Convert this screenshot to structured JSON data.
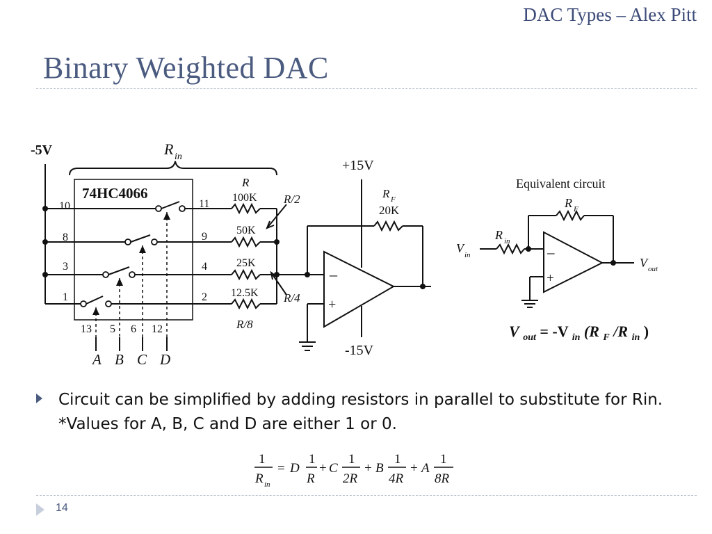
{
  "header": {
    "presentation": "DAC Types – Alex Pitt"
  },
  "slide": {
    "title": "Binary Weighted DAC",
    "number": "14"
  },
  "circuit": {
    "supply_neg5": "-5V",
    "rin_label": "R",
    "rin_sub": "in",
    "chip": "74HC4066",
    "pins_left": [
      "10",
      "8",
      "3",
      "1"
    ],
    "pins_right": [
      "11",
      "9",
      "4",
      "2"
    ],
    "pins_bottom": [
      "13",
      "5",
      "6",
      "12"
    ],
    "inputs": [
      "A",
      "B",
      "C",
      "D"
    ],
    "res_r": "R",
    "res_values": [
      "100K",
      "50K",
      "25K",
      "12.5K"
    ],
    "res_r2": "R/2",
    "res_r4": "R/4",
    "res_r8": "R/8",
    "supply_pos15": "+15V",
    "supply_neg15": "-15V",
    "rf_label": "R",
    "rf_sub": "F",
    "rf_value": "20K",
    "opamp_minus": "–",
    "opamp_plus": "+"
  },
  "equivalent": {
    "title": "Equivalent circuit",
    "rf_label": "R",
    "rf_sub": "F",
    "rin_label": "R",
    "rin_sub": "in",
    "vin_label": "V",
    "vin_sub": "in",
    "vout_label": "V",
    "vout_sub": "out",
    "minus": "–",
    "plus": "+",
    "formula": {
      "v": "V",
      "out": "out",
      "eq": "= -V",
      "in": "in",
      "open": "(R",
      "f": "F",
      "slash": "/R",
      "in2": "in",
      "close": ")"
    }
  },
  "bullet": {
    "text": "Circuit can be simplified by adding resistors in parallel to substitute for Rin.  *Values for A, B, C and D are either 1 or 0."
  },
  "equation": {
    "one": "1",
    "r": "R",
    "in": "in",
    "eq": "=",
    "d": "D",
    "c": "C",
    "b": "B",
    "a": "A",
    "plus": "+",
    "den1": "R",
    "den2": "2R",
    "den3": "4R",
    "den4": "8R"
  }
}
